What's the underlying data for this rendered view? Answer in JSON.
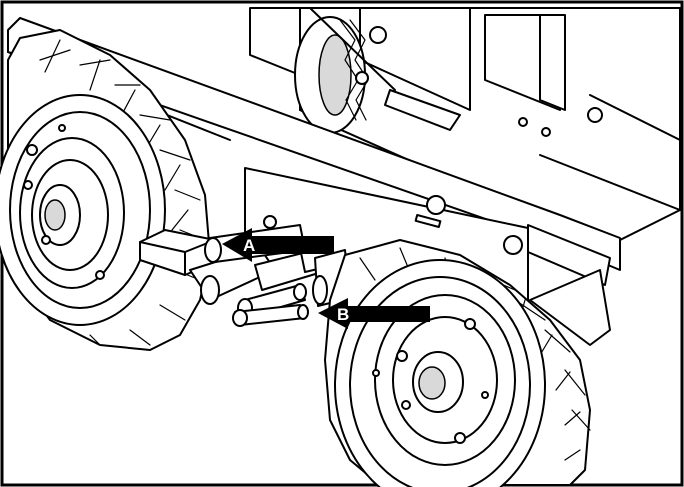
{
  "figure": {
    "callouts": [
      {
        "id": "A",
        "label": "A"
      },
      {
        "id": "B",
        "label": "B"
      }
    ],
    "colors": {
      "line": "#000000",
      "background": "#ffffff",
      "shade": "#d9d9d9"
    }
  }
}
